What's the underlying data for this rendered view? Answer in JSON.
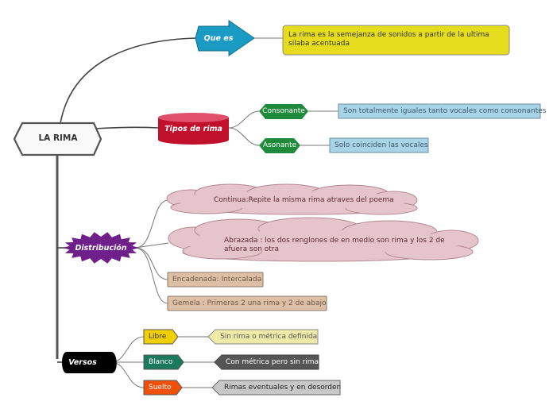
{
  "root": {
    "label": "LA RIMA"
  },
  "branches": {
    "que_es": {
      "label": "Que es",
      "color": "#1a9bc4",
      "definition": "La rima es la semejanza de sonidos a partir de la ultima silaba acentuada",
      "definition_color": "#e6dc1e"
    },
    "tipos": {
      "label": "Tipos de rima",
      "color": "#c0102c",
      "children": [
        {
          "label": "Consonante",
          "color": "#1f8a3c",
          "detail": "Son totalmente iguales tanto vocales como consonantes",
          "detail_color": "#a9d3e6"
        },
        {
          "label": "Asonante",
          "color": "#1f8a3c",
          "detail": "Solo coinciden las vocales",
          "detail_color": "#a9d3e6"
        }
      ]
    },
    "distribucion": {
      "label": "Distribución",
      "color": "#6e1f8a",
      "children": [
        {
          "label": "Continua:Repite la misma rima atraves del poema",
          "color": "#e6c4cc"
        },
        {
          "label": "Abrazada : los dos renglones de en medio son rima y los 2 de afuera son otra",
          "color": "#e6c4cc"
        },
        {
          "label": "Encadenada: Intercalada",
          "color": "#ddbfa6"
        },
        {
          "label": "Gemela : Primeras 2 una rima y 2 de abajo",
          "color": "#ddbfa6"
        }
      ]
    },
    "versos": {
      "label": "Versos",
      "color": "#000000",
      "children": [
        {
          "label": "Libre",
          "color": "#f2d000",
          "detail": "Sin rima o métrica definida",
          "detail_color": "#efeaa8"
        },
        {
          "label": "Blanco",
          "color": "#1c7a5c",
          "detail": "Con métrica pero sin rima",
          "detail_color": "#555555"
        },
        {
          "label": "Suelto",
          "color": "#f24f0a",
          "detail": "Rimas eventuales y en desorden",
          "detail_color": "#c8c8c8"
        }
      ]
    }
  }
}
